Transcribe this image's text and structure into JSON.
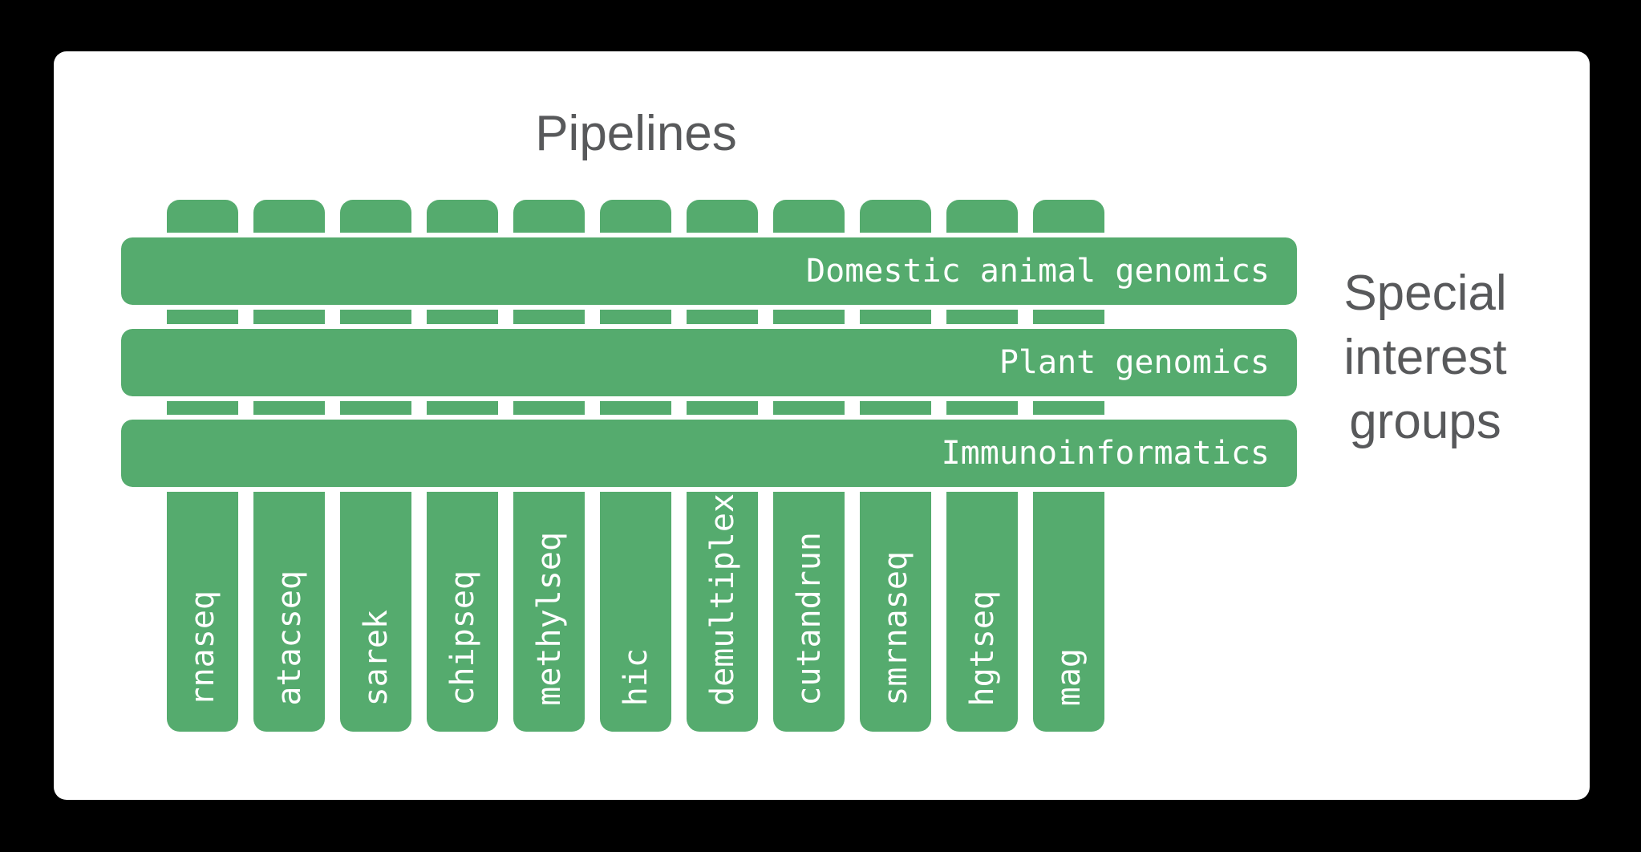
{
  "title": "Pipelines",
  "side_label": {
    "lines": [
      "Special",
      "interest",
      "groups"
    ]
  },
  "pipelines": [
    "rnaseq",
    "atacseq",
    "sarek",
    "chipseq",
    "methylseq",
    "hic",
    "demultiplex",
    "cutandrun",
    "smrnaseq",
    "hgtseq",
    "mag"
  ],
  "special_interest_groups": [
    "Domestic animal genomics",
    "Plant genomics",
    "Immunoinformatics"
  ],
  "colors": {
    "green": "#55ab6e",
    "heading_gray": "#58595b",
    "label_white": "#ffffff",
    "card_bg": "#ffffff",
    "page_bg": "#000000"
  }
}
